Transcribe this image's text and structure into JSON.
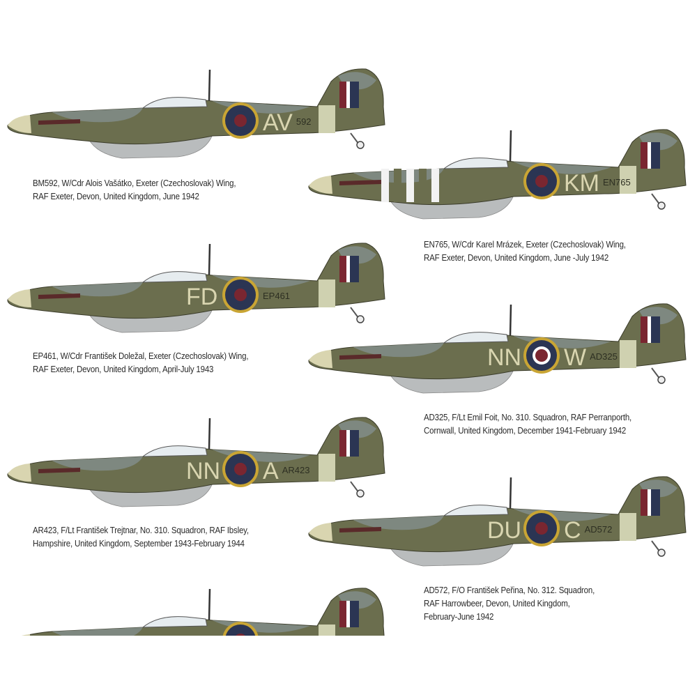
{
  "colors": {
    "olive": "#6b6e4e",
    "grey": "#7e8880",
    "sky": "#cfd1b0",
    "underside": "#b9bcbd",
    "red": "#7a2630",
    "blue": "#2b3553",
    "yellow": "#c9a534",
    "cream": "#d9d5b0"
  },
  "profiles": [
    {
      "codes_left": "",
      "codes_right": "AV",
      "serial": "592",
      "stripes": false,
      "caption": [
        "BM592, W/Cdr Alois Vašátko, Exeter (Czechoslovak) Wing,",
        "RAF Exeter, Devon, United Kingdom, June 1942"
      ]
    },
    {
      "codes_left": "",
      "codes_right": "KM",
      "serial": "EN765",
      "stripes": true,
      "caption": [
        "EN765, W/Cdr Karel Mrázek, Exeter (Czechoslovak) Wing,",
        "RAF Exeter, Devon, United Kingdom, June -July 1942"
      ]
    },
    {
      "codes_left": "FD",
      "codes_right": "",
      "serial": "EP461",
      "stripes": false,
      "caption": [
        "EP461, W/Cdr František Doležal, Exeter (Czechoslovak) Wing,",
        "RAF Exeter, Devon, United Kingdom, April-July 1943"
      ]
    },
    {
      "codes_left": "NN",
      "codes_right": "W",
      "serial": "AD325",
      "stripes": false,
      "caption": [
        "AD325, F/Lt Emil Foit, No. 310. Squadron, RAF Perranporth,",
        "Cornwall, United Kingdom, December 1941-February 1942"
      ]
    },
    {
      "codes_left": "NN",
      "codes_right": "A",
      "serial": "AR423",
      "stripes": false,
      "caption": [
        "AR423, F/Lt František Trejtnar, No. 310. Squadron, RAF Ibsley,",
        "Hampshire, United Kingdom, September 1943-February 1944"
      ]
    },
    {
      "codes_left": "DU",
      "codes_right": "C",
      "serial": "AD572",
      "stripes": false,
      "caption": [
        "AD572, F/O František Peřina, No. 312. Squadron,",
        "RAF Harrowbeer, Devon, United Kingdom,",
        "February-June 1942"
      ]
    },
    {
      "codes_left": "",
      "codes_right": "",
      "serial": "",
      "stripes": false,
      "caption": []
    }
  ]
}
